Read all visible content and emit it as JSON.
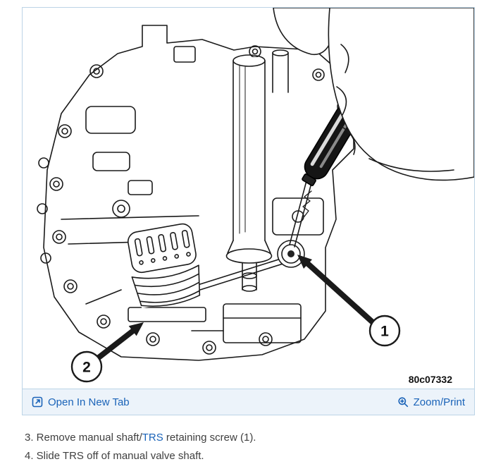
{
  "figure": {
    "code": "80c07332",
    "callouts": {
      "one": "1",
      "two": "2"
    }
  },
  "toolbar": {
    "open_in_new_tab": "Open In New Tab",
    "zoom_print": "Zoom/Print"
  },
  "instructions": {
    "step3_prefix": "3. Remove manual shaft/",
    "step3_link": "TRS",
    "step3_suffix": " retaining screw (1).",
    "step4": "4. Slide TRS off of manual valve shaft."
  },
  "icons": {
    "open_in_new_tab": "open-in-new-tab-icon",
    "zoom_print": "magnifier-icon"
  },
  "colors": {
    "link_blue": "#1a63b8",
    "panel_border": "#bcd4e6",
    "toolbar_bg": "#ecf3fa",
    "body_text": "#3f3f3f",
    "line_art": "#1a1a1a"
  }
}
